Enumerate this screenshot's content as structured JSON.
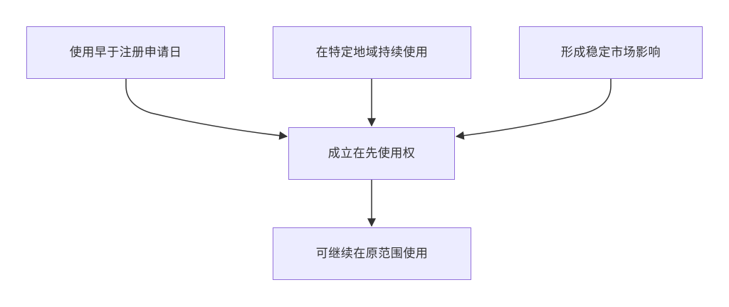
{
  "nodes": {
    "top_left": "使用早于注册申请日",
    "top_mid": "在特定地域持续使用",
    "top_right": "形成稳定市场影响",
    "center": "成立在先使用权",
    "bottom": "可继续在原范围使用"
  },
  "colors": {
    "node_fill": "#ECECFF",
    "node_border": "#9370DB",
    "edge": "#333333",
    "text": "#333333"
  }
}
